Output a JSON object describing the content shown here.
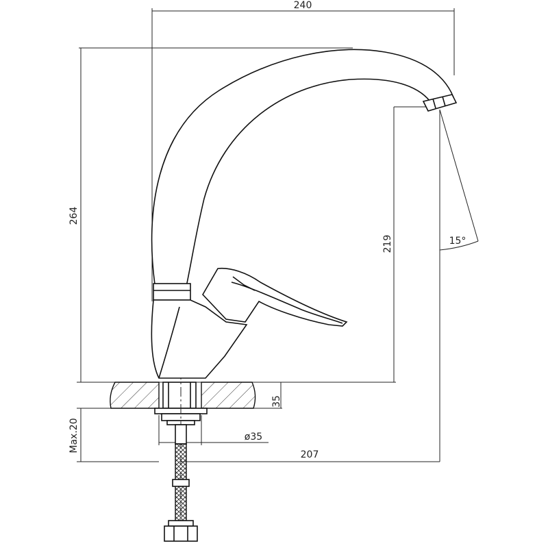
{
  "dimensions": {
    "overall_width": "240",
    "overall_height": "264",
    "spout_height": "219",
    "spout_angle": "15°",
    "base_thickness": "35",
    "max_counter": "Max.20",
    "diameter": "ø35",
    "spout_reach": "207"
  },
  "colors": {
    "line": "#222222",
    "background": "#ffffff"
  }
}
